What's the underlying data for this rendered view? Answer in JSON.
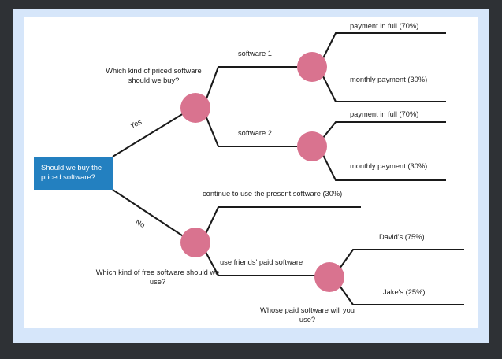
{
  "colors": {
    "outer_background": "#2e3135",
    "frame": "#d6e6fa",
    "canvas": "#ffffff",
    "decision_box": "#2380c0",
    "decision_box_text": "#ffffff",
    "chance_node": "#d9738f",
    "edge": "#1a1a1a",
    "label_text": "#1b1b1b"
  },
  "diagram": {
    "type": "decision-tree",
    "root": {
      "id": "root-decision",
      "label": "Should we buy the priced software?",
      "shape": "rectangle"
    },
    "branch_labels": {
      "yes": "Yes",
      "no": "No"
    },
    "node_questions": {
      "priced": "Which kind of priced software should we buy?",
      "free": "Which kind of free software should we use?",
      "whose": "Whose paid software will you use?"
    },
    "edges": {
      "software_1": "software 1",
      "software_2": "software 2",
      "continue_present": "continue to use the present software (30%)",
      "use_friends": "use friends' paid software"
    },
    "outcomes": {
      "sw1_full": "payment in full (70%)",
      "sw1_monthly": "monthly payment (30%)",
      "sw2_full": "payment in full (70%)",
      "sw2_monthly": "monthly payment (30%)",
      "davids": "David's (75%)",
      "jakes": "Jake's (25%)"
    }
  }
}
